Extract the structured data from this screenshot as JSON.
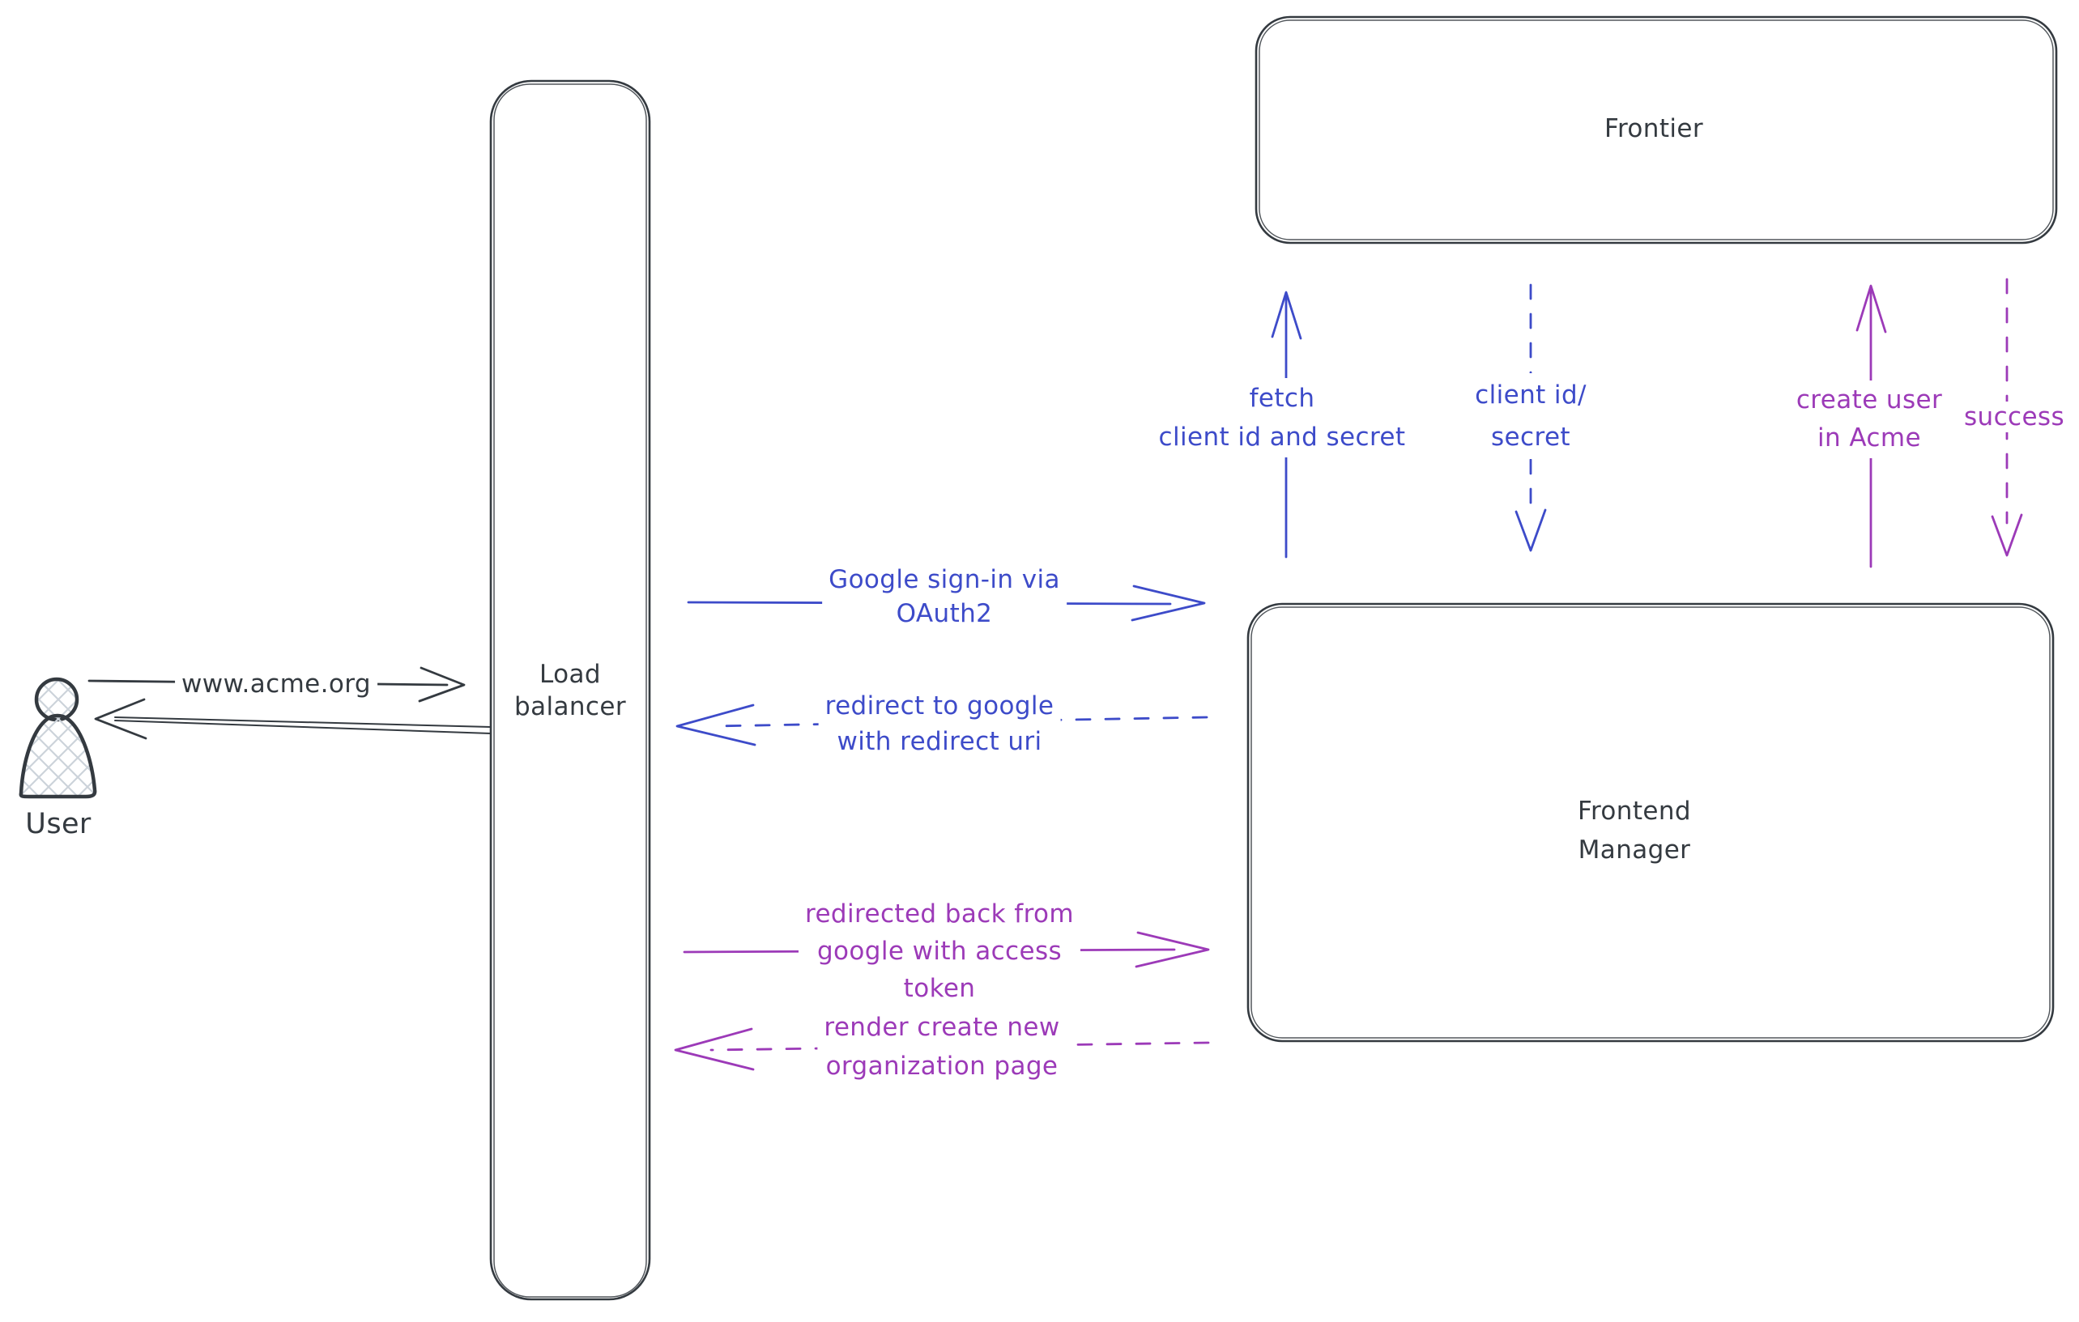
{
  "palette": {
    "ink": "#343a40",
    "blue": "#3d4bc9",
    "purple": "#9c3ab8",
    "hatch": "#ccd3da"
  },
  "nodes": {
    "user": {
      "label": "User"
    },
    "load_balancer": {
      "lines": [
        "Load",
        "balancer"
      ]
    },
    "frontier": {
      "label": "Frontier"
    },
    "frontend_manager": {
      "lines": [
        "Frontend",
        "Manager"
      ]
    }
  },
  "edges": {
    "www_acme": {
      "label": "www.acme.org"
    },
    "google_signin": {
      "lines": [
        "Google sign-in via",
        "OAuth2"
      ]
    },
    "redirect_to_google": {
      "lines": [
        "redirect to google",
        "with redirect uri"
      ]
    },
    "fetch_client_id": {
      "lines": [
        "fetch",
        "client id and secret"
      ]
    },
    "client_id_secret": {
      "lines": [
        "client id/",
        "secret"
      ]
    },
    "create_user": {
      "lines": [
        "create user",
        "in Acme"
      ]
    },
    "success": {
      "label": "success"
    },
    "redirected_back": {
      "lines": [
        "redirected back from",
        "google with access",
        "token"
      ]
    },
    "render_create_org": {
      "lines": [
        "render create new",
        "organization page"
      ]
    }
  }
}
